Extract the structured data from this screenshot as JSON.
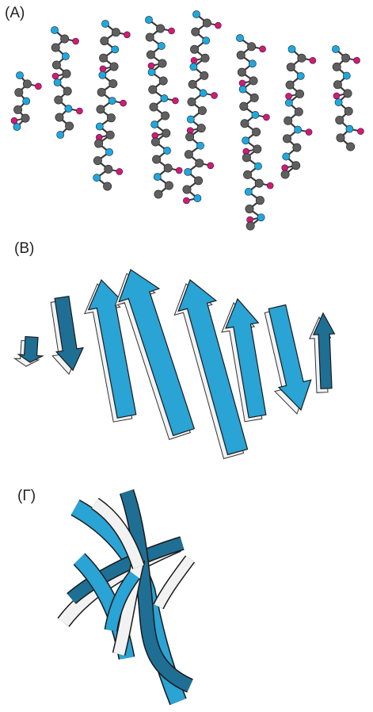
{
  "panels": [
    {
      "label": "(A)"
    },
    {
      "label": "(B)"
    },
    {
      "label": "(Γ)"
    }
  ],
  "colors": {
    "carbon": "#5f5f5f",
    "nitrogen": "#1ea8e0",
    "oxygen": "#d6177a",
    "bond": "#3a3a3a",
    "strand_fill": "#2aa3d5",
    "strand_dark": "#1f6f95",
    "strand_edge": "#f2f2f2"
  }
}
